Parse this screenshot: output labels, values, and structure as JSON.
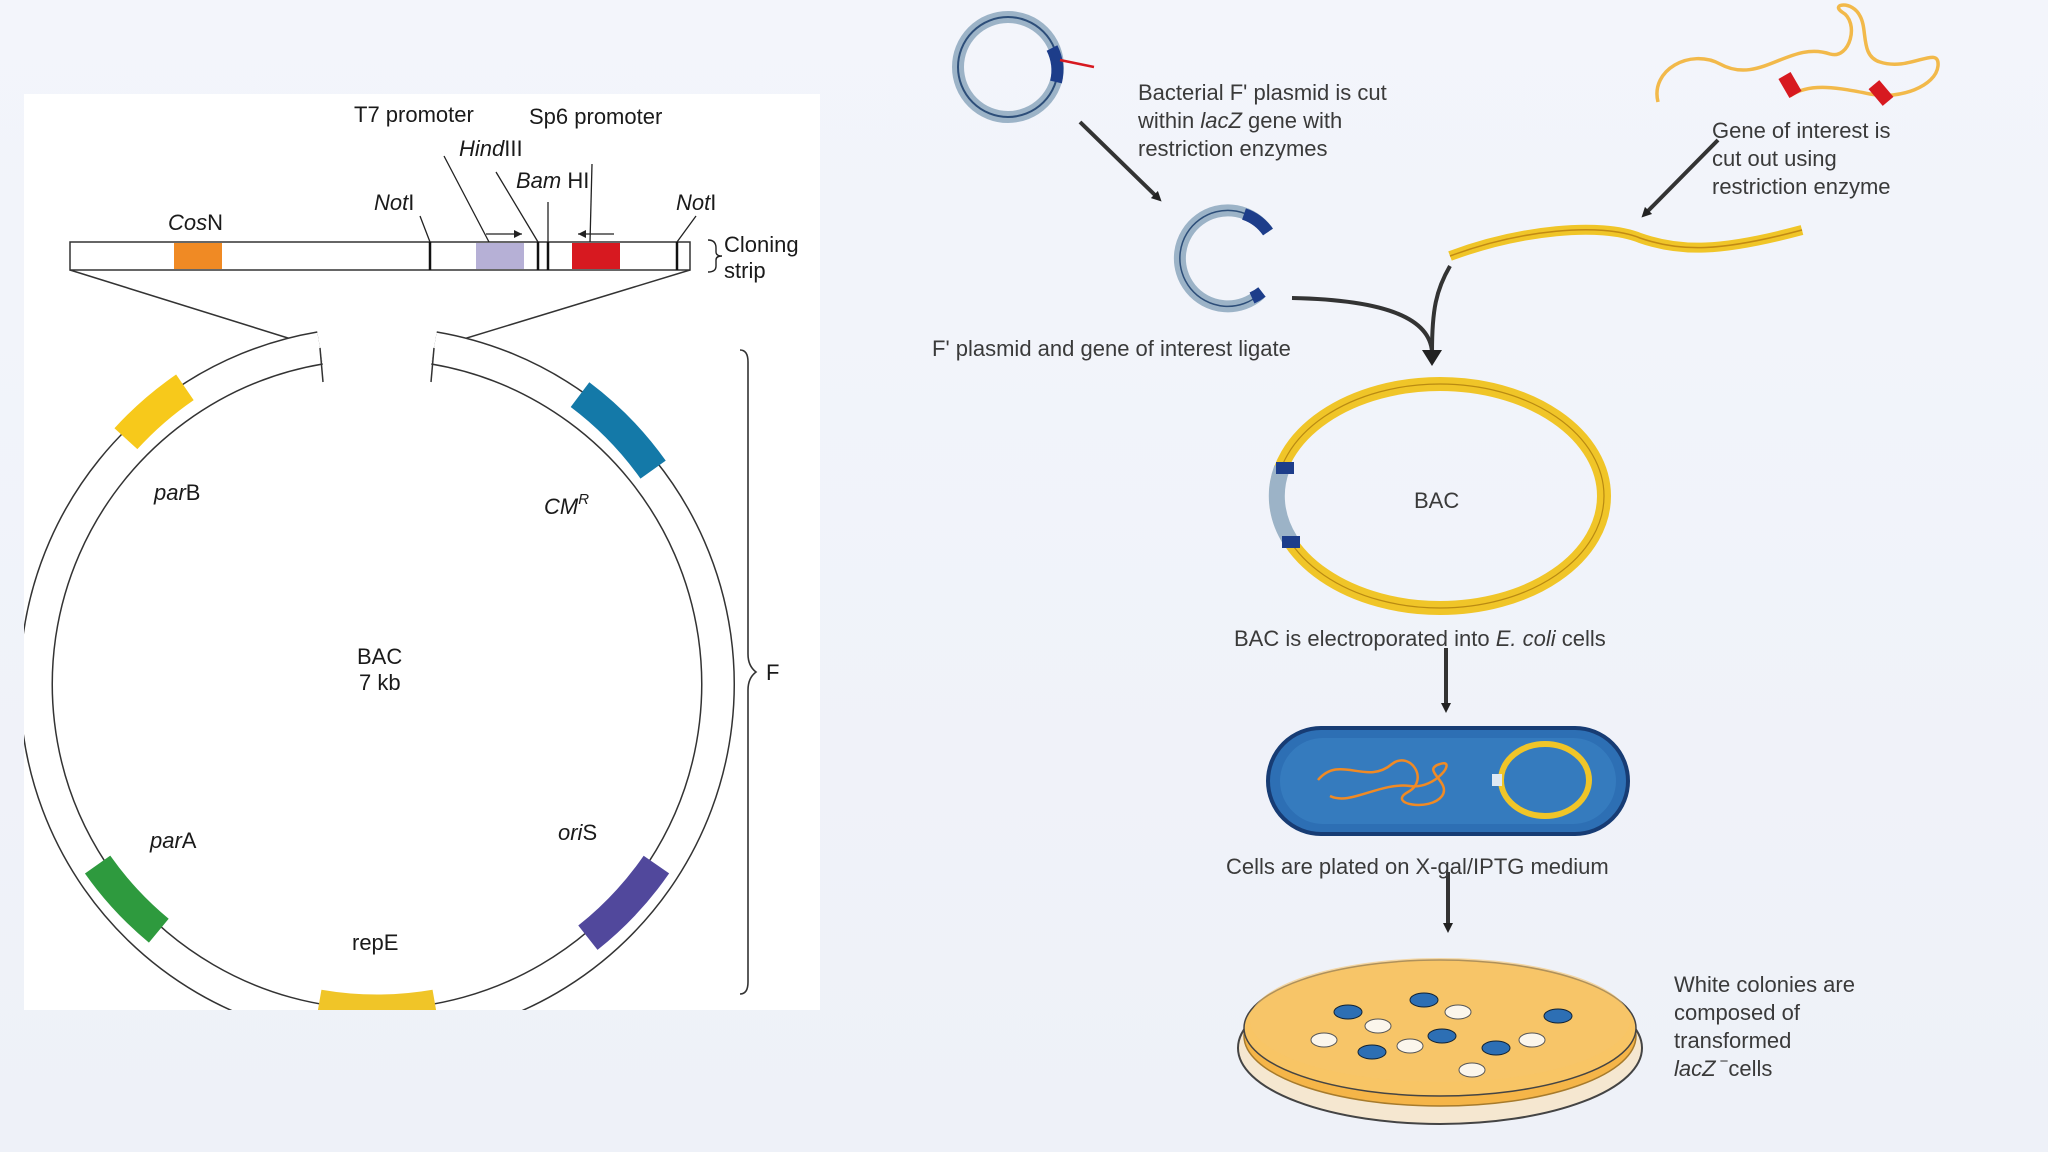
{
  "colors": {
    "orange": "#f08a24",
    "lavender": "#b6b0d6",
    "red": "#d71920",
    "yellow": "#f7c91b",
    "teal": "#1479a8",
    "green": "#2e9a3e",
    "purple": "#51489c",
    "gold": "#f0c528",
    "cell_blue": "#2d6fb4",
    "agar": "#f5b548"
  },
  "left": {
    "cloning_strip": {
      "t7_promoter": "T7 promoter",
      "sp6_promoter": "Sp6 promoter",
      "hindiii_italic": "Hind",
      "hindiii_rest": "III",
      "bamhi_italic": "Bam",
      "bamhi_rest": " HI",
      "cosn_italic": "Cos",
      "cosn_rest": "N",
      "noti_left_italic": "Not",
      "noti_left_rest": "I",
      "noti_right_italic": "Not",
      "noti_right_rest": "I",
      "label_line1": "Cloning",
      "label_line2": "strip"
    },
    "circle": {
      "title": "BAC",
      "size": "7 kb",
      "parb_italic": "par",
      "parb_rest": "B",
      "cmr_main": "CM",
      "cmr_sup": "R",
      "para_italic": "par",
      "para_rest": "A",
      "oris_italic": "ori",
      "oris_rest": "S",
      "repe": "repE",
      "f_label": "F"
    }
  },
  "right": {
    "step1_line1": "Bacterial F' plasmid is cut",
    "step1_line2_pre": "within ",
    "step1_line2_italic": "lacZ",
    "step1_line2_post": " gene with",
    "step1_line3": "restriction enzymes",
    "gene_line1": "Gene of interest is",
    "gene_line2": "cut out using",
    "gene_line3": "restriction enzyme",
    "ligate": "F' plasmid and gene of interest ligate",
    "bac_label": "BAC",
    "electro_pre": "BAC is electroporated into ",
    "electro_italic": "E. coli",
    "electro_post": " cells",
    "plated": "Cells are plated on X-gal/IPTG medium",
    "white_line1": "White colonies are",
    "white_line2": "composed of",
    "white_line3": "transformed",
    "white_line4_italic": "lacZ",
    "white_line4_sup": "−",
    "white_line4_post": "cells"
  }
}
